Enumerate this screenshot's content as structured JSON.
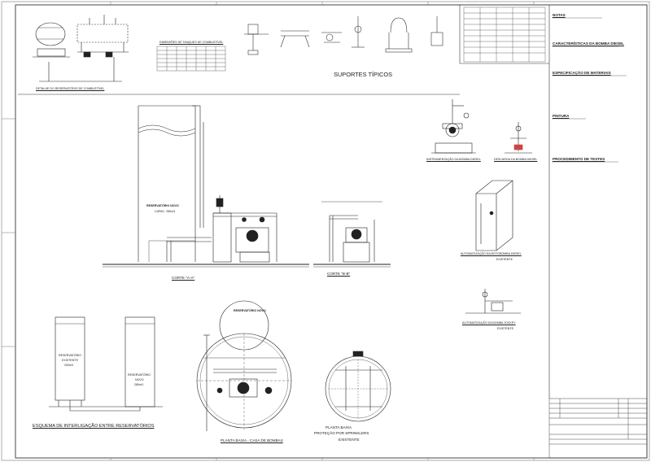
{
  "drawing": {
    "top_left_views": {
      "reservoir_detail": "DETALHE DO RESERVATÓRIO DE COMBUSTÍVEL",
      "tank_dimensions_table": "DIMENSÕES DE TANQUES DE COMBUSTÍVEL",
      "typical_supports": "SUPORTES TÍPICOS"
    },
    "main_views": {
      "section_aa": "CORTE \"A-A\"",
      "section_bb": "CORTE \"B-B\"",
      "new_reservoir": [
        "RESERVATÓRIO NOVO",
        "CAPAC. 280m3"
      ],
      "interconnection_scheme": "ESQUEMA DE INTERLIGAÇÃO ENTRE RESERVATÓRIOS",
      "reservoir_a": [
        "RESERVATÓRIO",
        "EXISTENTE",
        "200m3"
      ],
      "reservoir_b": [
        "RESERVATÓRIO",
        "NOVO",
        "280m3"
      ],
      "plan_pump_house": "PLANTA BAIXA - CASA DE BOMBAS",
      "plan_sprinklers": [
        "PLANTA BAIXA",
        "PROTEÇÃO POR SPRINKLERS",
        "EXISTENTE"
      ],
      "diesel_pump_instrumentation": "INSTRUMENTAÇÃO DA BOMBA DIESEL",
      "diesel_pump_discharge": "DESCARGA DA BOMBA DIESEL",
      "motor_pump_automation": [
        "AUTOMATIZAÇÃO DA MOTOBOMBA DIESEL",
        "EXISTENTE"
      ],
      "jockey_pump_automation": [
        "AUTOMATIZAÇÃO DA BOMBA JOCKEY",
        "EXISTENTE"
      ]
    },
    "right_panel": {
      "notes_title": "NOTAS",
      "pump_specs_title": "CARACTERÍSTICAS DA BOMBA DIESEL",
      "materials_title": "ESPECIFICAÇÃO DE MATERIAIS",
      "painting_title": "PINTURA",
      "tests_title": "PROCEDIMENTO DE TESTES"
    }
  }
}
